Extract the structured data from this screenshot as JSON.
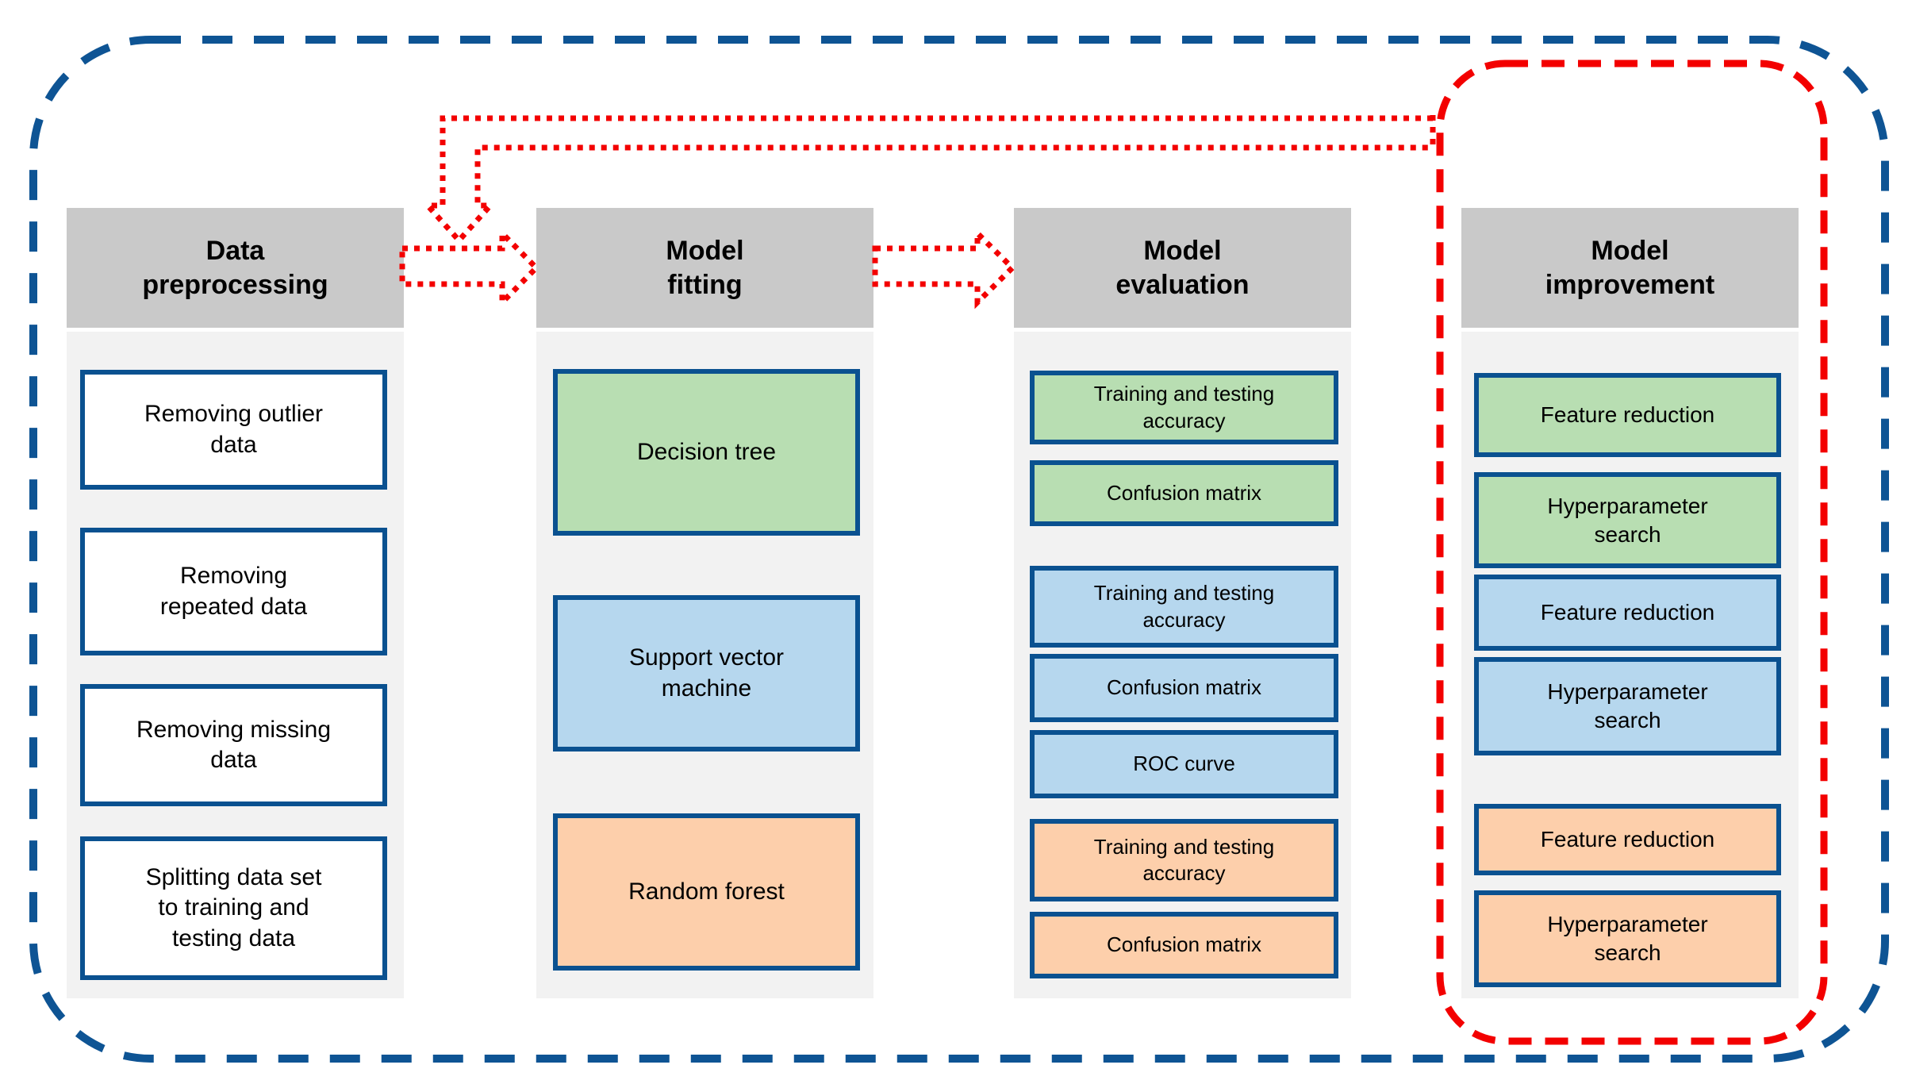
{
  "palette": {
    "header_gray": "#c9c9c9",
    "panel_gray": "#f2f2f2",
    "box_border_navy": "#0a5190",
    "outer_border_blue": "#0e5494",
    "arrow_red": "#f30000",
    "green_fill": "#b8deb2",
    "blue_fill": "#b6d7ee",
    "orange_fill": "#fdcfab",
    "white_fill": "#ffffff",
    "text_black": "#000000"
  },
  "columns": [
    {
      "id": "data-preprocessing",
      "header": "Data\npreprocessing",
      "boxes": [
        {
          "label": "Removing outlier\ndata",
          "color": "white"
        },
        {
          "label": "Removing\nrepeated data",
          "color": "white"
        },
        {
          "label": "Removing missing\ndata",
          "color": "white"
        },
        {
          "label": "Splitting data set\nto training and\ntesting data",
          "color": "white"
        }
      ]
    },
    {
      "id": "model-fitting",
      "header": "Model\nfitting",
      "boxes": [
        {
          "label": "Decision tree",
          "color": "green"
        },
        {
          "label": "Support vector\nmachine",
          "color": "blue"
        },
        {
          "label": "Random forest",
          "color": "orange"
        }
      ]
    },
    {
      "id": "model-evaluation",
      "header": "Model\nevaluation",
      "boxes": [
        {
          "label": "Training and testing\naccuracy",
          "color": "green"
        },
        {
          "label": "Confusion matrix",
          "color": "green"
        },
        {
          "label": "Training and testing\naccuracy",
          "color": "blue"
        },
        {
          "label": "Confusion matrix",
          "color": "blue"
        },
        {
          "label": "ROC curve",
          "color": "blue"
        },
        {
          "label": "Training and testing\naccuracy",
          "color": "orange"
        },
        {
          "label": "Confusion matrix",
          "color": "orange"
        }
      ]
    },
    {
      "id": "model-improvement",
      "header": "Model\nimprovement",
      "boxes": [
        {
          "label": "Feature reduction",
          "color": "green"
        },
        {
          "label": "Hyperparameter\nsearch",
          "color": "green"
        },
        {
          "label": "Feature reduction",
          "color": "blue"
        },
        {
          "label": "Hyperparameter\nsearch",
          "color": "blue"
        },
        {
          "label": "Feature reduction",
          "color": "orange"
        },
        {
          "label": "Hyperparameter\nsearch",
          "color": "orange"
        }
      ]
    }
  ],
  "arrows": [
    {
      "name": "flow-arrow-1",
      "type": "right-block-arrow",
      "from": "Data preprocessing",
      "to": "Model fitting"
    },
    {
      "name": "flow-arrow-2",
      "type": "right-block-arrow",
      "from": "Model fitting",
      "to": "Model evaluation"
    },
    {
      "name": "feedback-arrow",
      "type": "return-loop-down-arrow",
      "from": "Model improvement",
      "to": "Data preprocessing"
    }
  ],
  "borders": [
    {
      "name": "outer-dashed-border",
      "style": "blue dashed rounded rectangle around entire diagram"
    },
    {
      "name": "improvement-dashed-border",
      "style": "red dashed rounded rectangle around Model improvement column"
    }
  ]
}
